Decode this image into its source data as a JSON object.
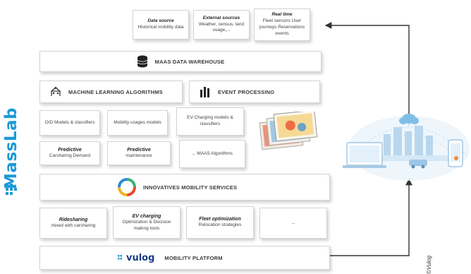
{
  "sources": [
    {
      "title": "Data source",
      "body": "Historical mobility data"
    },
    {
      "title": "External sources",
      "body": "Weather, census, land usage,..."
    },
    {
      "title": "Real time",
      "body": "Fleet sensors User journeys Reservations events"
    }
  ],
  "warehouse_label": "MAAS DATA WAREHOUSE",
  "ml_label": "MACHINE LEARNING ALGORITHMS",
  "event_label": "EVENT PROCESSING",
  "ml_boxes": [
    {
      "title": "",
      "body": "O/D Models & classifiers"
    },
    {
      "title": "",
      "body": "Mobility usages models"
    },
    {
      "title": "",
      "body": "EV Charging models & classifiers"
    }
  ],
  "pred_boxes": [
    {
      "title": "Predictive",
      "body": "Carsharing Demand"
    },
    {
      "title": "Predictive",
      "body": "maintenance"
    },
    {
      "title": "",
      "body": "... MAAS Algorithms"
    }
  ],
  "innovative_label": "INNOVATIVES MOBILITY SERVICES",
  "service_boxes": [
    {
      "title": "Ridesharing",
      "body": "mixed with carsharing"
    },
    {
      "title": "EV charging",
      "body": "Optimization & Decision making tools"
    },
    {
      "title": "Fleet optimization",
      "body": "Relocation strategies"
    },
    {
      "title": "",
      "body": "..."
    }
  ],
  "platform_brand": "vulog",
  "platform_label": "MOBILITY PLATFORM",
  "brand_vertical": "MassLab",
  "copyright": "©Vulog",
  "colors": {
    "brand_blue": "#1b9ad6",
    "vulog_navy": "#1a3a8a"
  }
}
